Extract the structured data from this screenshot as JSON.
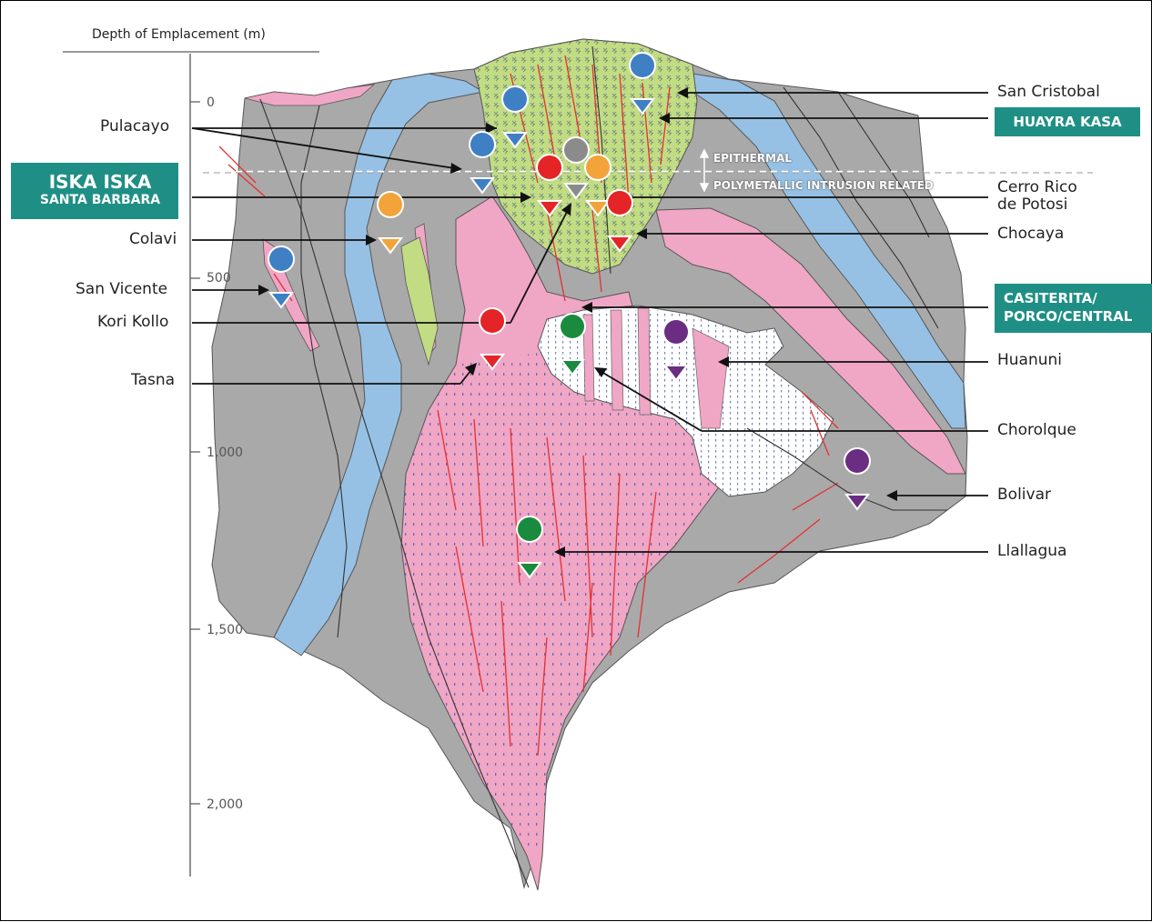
{
  "axis": {
    "title": "Depth of Emplacement (m)",
    "ticks": [
      "0",
      "500",
      "1,000",
      "1,500",
      "2,000"
    ]
  },
  "zones": {
    "upper": "EPITHERMAL",
    "lower": "POLYMETALLIC INTRUSION RELATED"
  },
  "badges": {
    "iska_line1": "ISKA ISKA",
    "iska_line2": "SANTA BARBARA",
    "huayra": "HUAYRA KASA",
    "casiterita_line1": "CASITERITA/",
    "casiterita_line2": "PORCO/CENTRAL"
  },
  "deposits_left": {
    "pulacayo": "Pulacayo",
    "colavi": "Colavi",
    "san_vicente": "San Vicente",
    "kori_kollo": "Kori Kollo",
    "tasna": "Tasna"
  },
  "deposits_right": {
    "san_cristobal": "San Cristobal",
    "cerro_rico_line1": "Cerro Rico",
    "cerro_rico_line2": "de Potosi",
    "chocaya": "Chocaya",
    "huanuni": "Huanuni",
    "chorolque": "Chorolque",
    "bolivar": "Bolivar",
    "llallagua": "Llallagua"
  },
  "colors": {
    "gray": "#a9a9a9",
    "blue": "#97c1e4",
    "pink": "#f0a6c5",
    "green": "#c2dc84",
    "teal": "#1f8f85",
    "pin_blue": "#3f7fc4",
    "pin_red": "#e42426",
    "pin_orange": "#f2a33a",
    "pin_gray": "#8b8b8b",
    "pin_green": "#1a8a3e",
    "pin_purple": "#6a2d82"
  }
}
